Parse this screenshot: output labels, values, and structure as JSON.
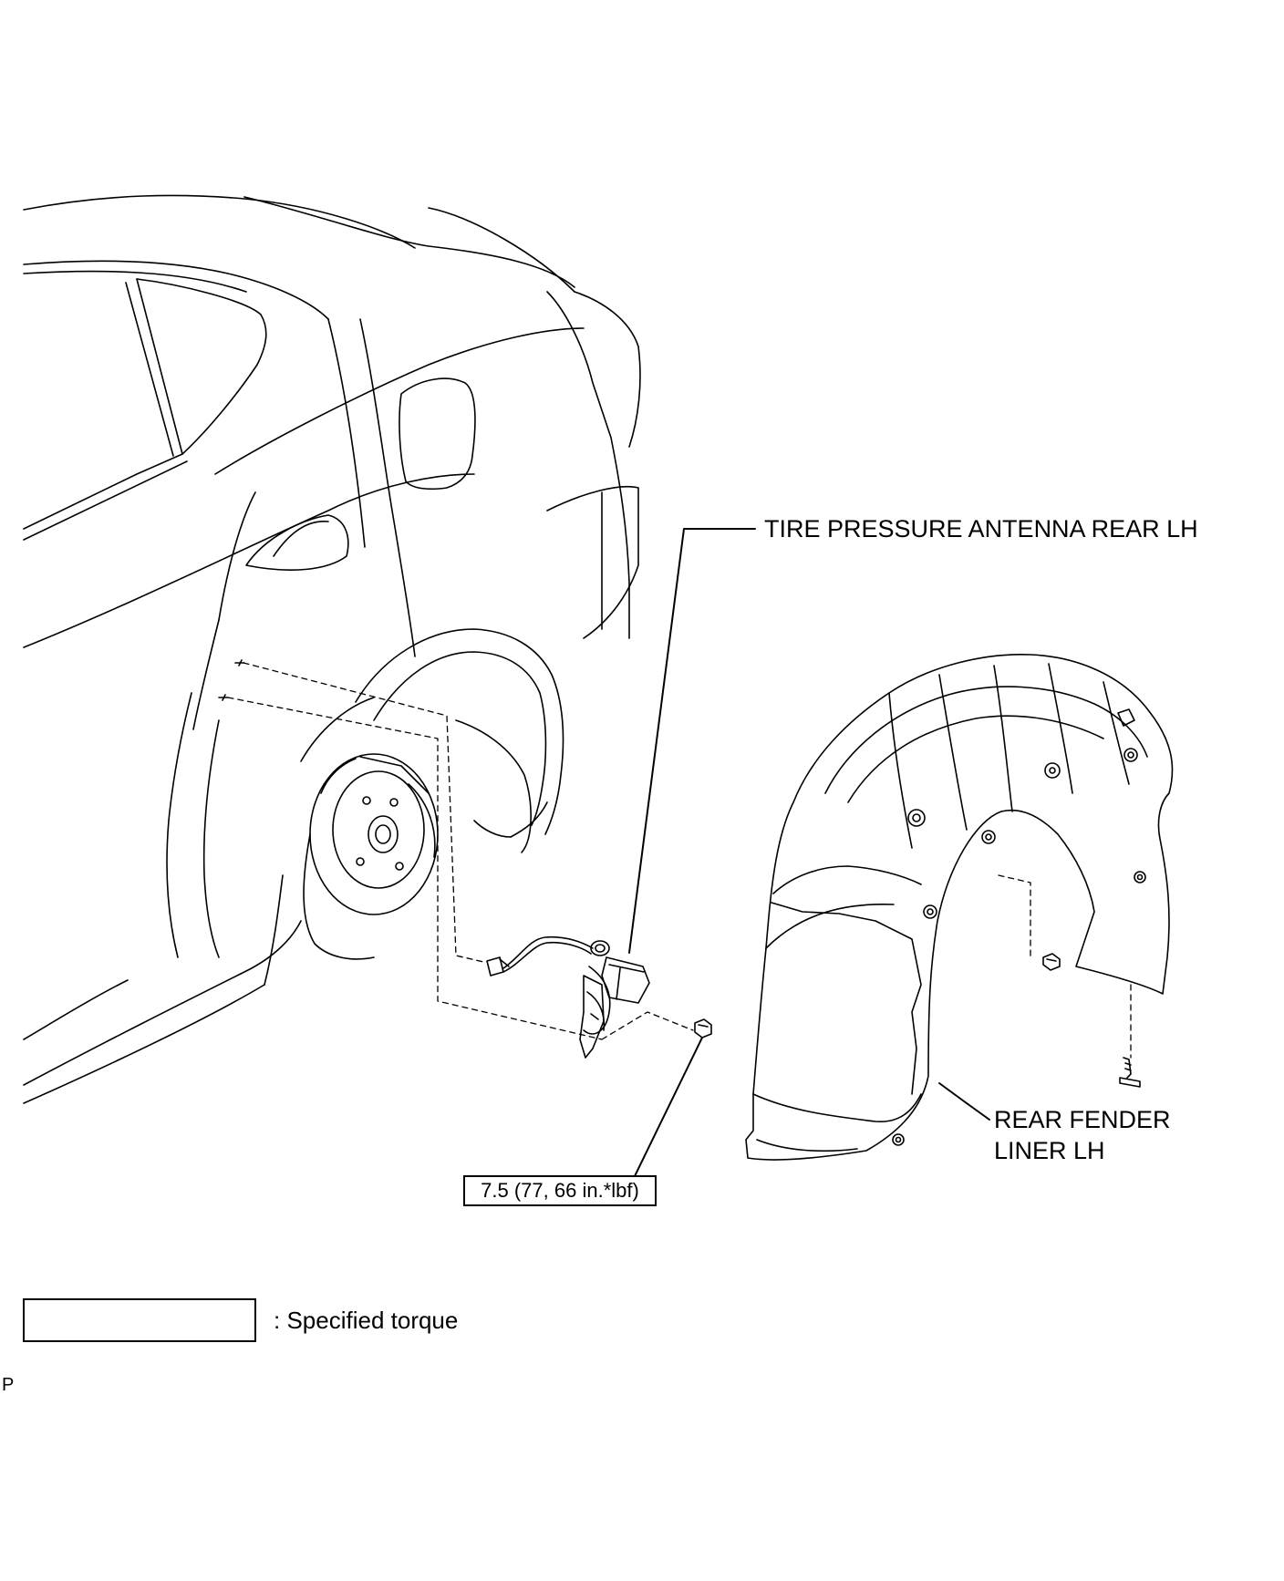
{
  "labels": {
    "antenna": "TIRE PRESSURE ANTENNA REAR LH",
    "liner_line1": "REAR FENDER",
    "liner_line2": "LINER LH"
  },
  "torque": {
    "value": "7.5 (77, 66 in.*lbf)"
  },
  "legend": {
    "text": ": Specified torque"
  },
  "page_code": "P",
  "colors": {
    "line": "#000000",
    "background": "#ffffff"
  }
}
